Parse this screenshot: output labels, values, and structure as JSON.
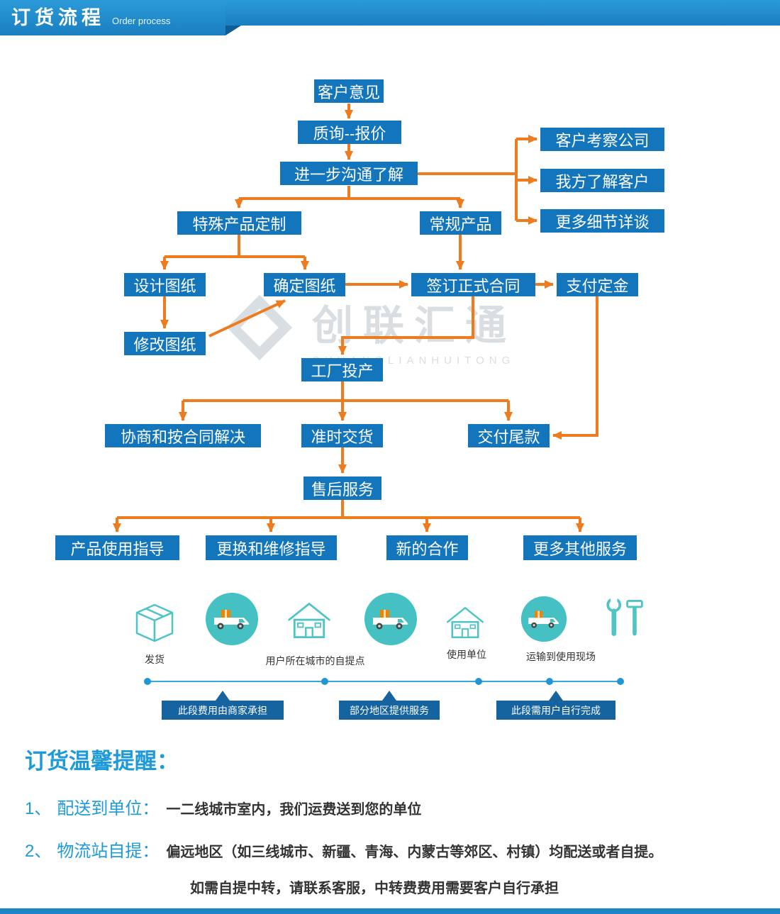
{
  "header": {
    "title": "订货流程",
    "subtitle": "Order process"
  },
  "watermark": {
    "name": "创联汇通",
    "latin": "CHUANGLIANHUITONG"
  },
  "flow": {
    "nodes": [
      {
        "label": "客户意见"
      },
      {
        "label": "质询--报价"
      },
      {
        "label": "进一步沟通了解"
      },
      {
        "label": "客户考察公司"
      },
      {
        "label": "我方了解客户"
      },
      {
        "label": "更多细节详谈"
      },
      {
        "label": "特殊产品定制"
      },
      {
        "label": "常规产品"
      },
      {
        "label": "设计图纸"
      },
      {
        "label": "确定图纸"
      },
      {
        "label": "签订正式合同"
      },
      {
        "label": "支付定金"
      },
      {
        "label": "修改图纸"
      },
      {
        "label": "工厂投产"
      },
      {
        "label": "协商和按合同解决"
      },
      {
        "label": "准时交货"
      },
      {
        "label": "交付尾款"
      },
      {
        "label": "售后服务"
      },
      {
        "label": "产品使用指导"
      },
      {
        "label": "更换和维修指导"
      },
      {
        "label": "新的合作"
      },
      {
        "label": "更多其他服务"
      }
    ]
  },
  "logistics": {
    "labels": [
      "发货",
      "用户所在城市的自提点",
      "使用单位",
      "运输到使用现场"
    ],
    "bubbles": [
      "此段费用由商家承担",
      "部分地区提供服务",
      "此段需用户自行完成"
    ]
  },
  "notice": {
    "title": "订货温馨提醒：",
    "items": [
      {
        "num": "1、",
        "label": "配送到单位：",
        "text": "一二线城市室内，我们运费送到您的单位"
      },
      {
        "num": "2、",
        "label": "物流站自提：",
        "text": "偏远地区（如三线城市、新疆、青海、内蒙古等郊区、村镇）均配送或者自提。"
      }
    ],
    "extra": "如需自提中转，请联系客服，中转费费用需要客户自行承担"
  },
  "colors": {
    "box_blue": "#1376bd",
    "arrow_orange": "#ee7b1e",
    "teal": "#45c0c3",
    "bubble_blue": "#15639f",
    "accent_blue": "#1f9ad8"
  }
}
